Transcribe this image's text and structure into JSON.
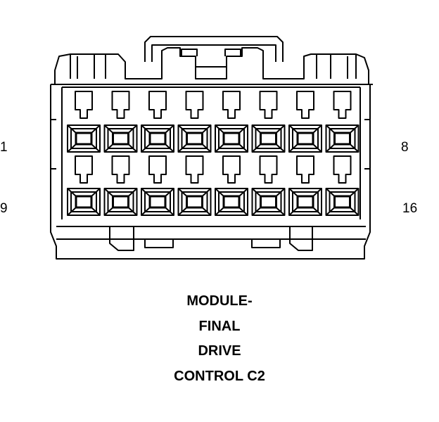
{
  "connector": {
    "columns": 8,
    "rows": 2,
    "pin_labels": {
      "row1_first": "1",
      "row1_last": "8",
      "row2_first": "9",
      "row2_last": "16"
    }
  },
  "caption": {
    "line1": "MODULE-",
    "line2": "FINAL",
    "line3": "DRIVE",
    "line4": "CONTROL C2"
  },
  "colors": {
    "stroke": "#000000",
    "background": "#ffffff"
  }
}
